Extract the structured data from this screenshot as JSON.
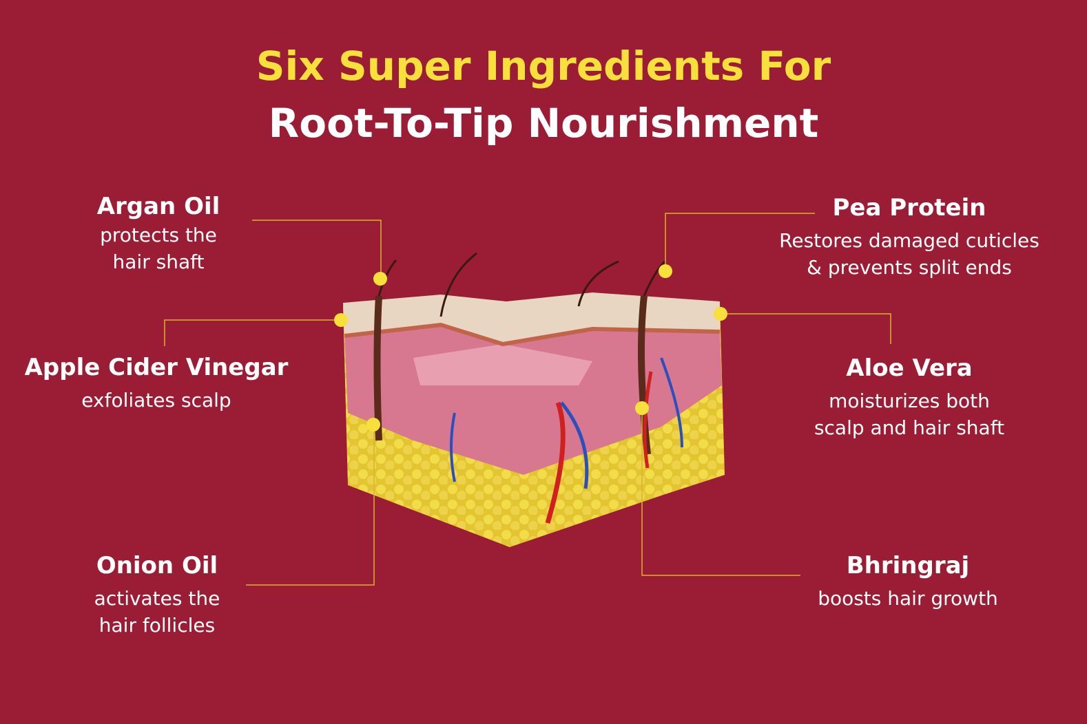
{
  "title": {
    "line1": "Six Super Ingredients For",
    "line2": "Root-To-Tip Nourishment"
  },
  "colors": {
    "background": "#9B1C35",
    "accent": "#F7E03C",
    "text": "#FFFFFF"
  },
  "ingredients": [
    {
      "name": "Argan Oil",
      "desc1": "protects the",
      "desc2": "hair shaft"
    },
    {
      "name": "Apple Cider Vinegar",
      "desc1": "exfoliates scalp"
    },
    {
      "name": "Onion Oil",
      "desc1": "activates the",
      "desc2": "hair follicles"
    },
    {
      "name": "Pea Protein",
      "desc1": "Restores damaged cuticles",
      "desc2": "& prevents split ends"
    },
    {
      "name": "Aloe Vera",
      "desc1": "moisturizes both",
      "desc2": "scalp and  hair shaft"
    },
    {
      "name": "Bhringraj",
      "desc1": "boosts hair growth"
    }
  ]
}
